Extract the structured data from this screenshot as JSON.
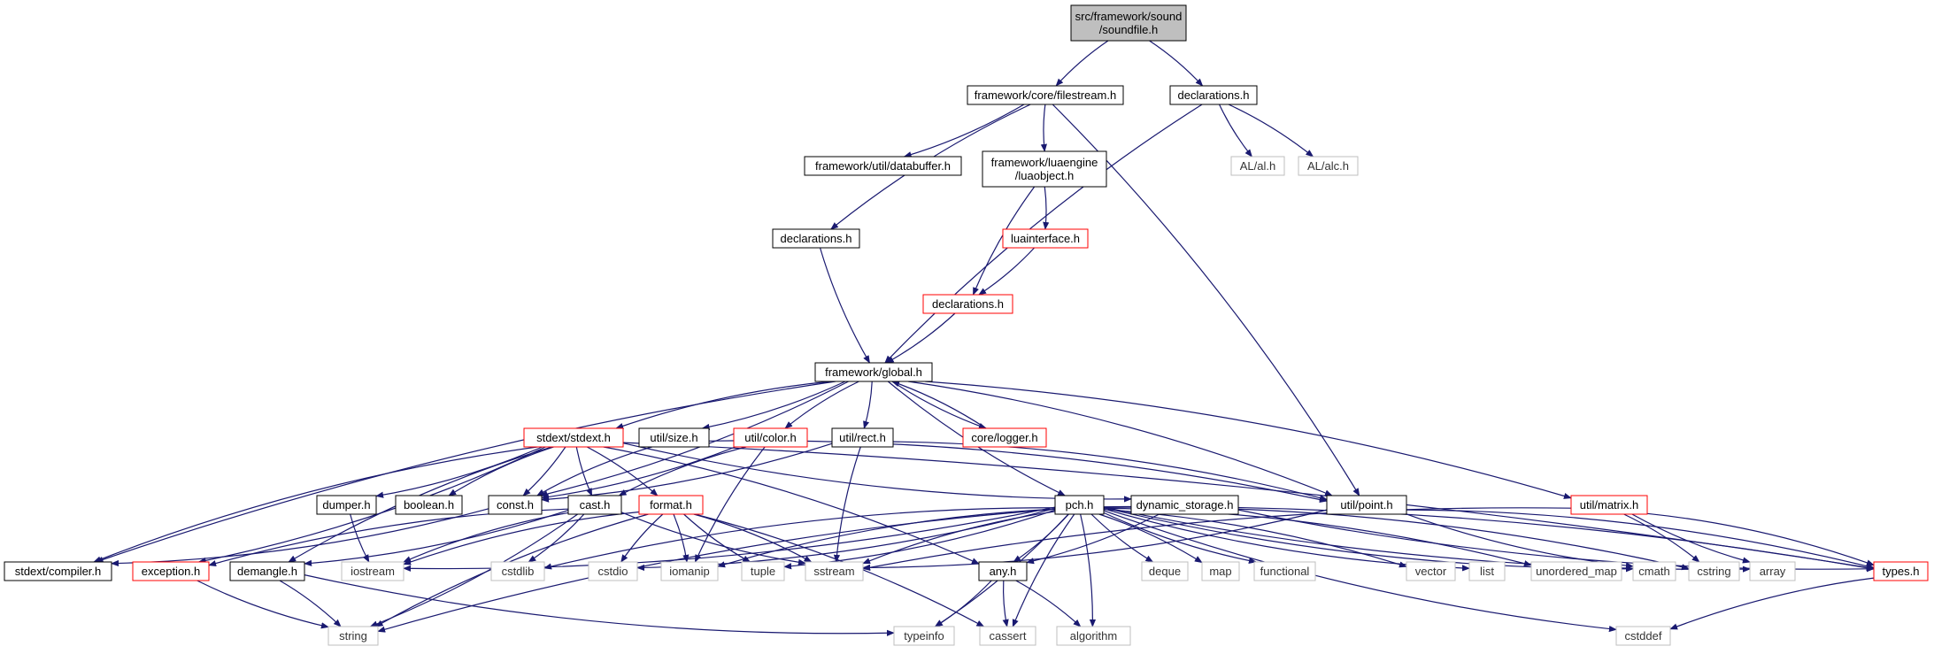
{
  "graph": {
    "title": "src/framework/sound/soundfile.h",
    "colors": {
      "edge": "#191970",
      "root_fill": "#bfbfbf",
      "root_border": "#000000",
      "normal_border": "#000000",
      "truncated_border": "#ff0000",
      "system_border": "#bfbfbf",
      "node_fill": "#ffffff"
    },
    "nodes": [
      {
        "id": "root",
        "lines": [
          "src/framework/sound",
          "/soundfile.h"
        ],
        "kind": "root"
      },
      {
        "id": "filestream",
        "lines": [
          "framework/core/filestream.h"
        ],
        "kind": "normal"
      },
      {
        "id": "decl_sound",
        "lines": [
          "declarations.h"
        ],
        "kind": "normal"
      },
      {
        "id": "databuffer",
        "lines": [
          "framework/util/databuffer.h"
        ],
        "kind": "normal"
      },
      {
        "id": "luaobject",
        "lines": [
          "framework/luaengine",
          "/luaobject.h"
        ],
        "kind": "normal"
      },
      {
        "id": "al_h",
        "lines": [
          "AL/al.h"
        ],
        "kind": "system"
      },
      {
        "id": "alc_h",
        "lines": [
          "AL/alc.h"
        ],
        "kind": "system"
      },
      {
        "id": "decl_core",
        "lines": [
          "declarations.h"
        ],
        "kind": "normal"
      },
      {
        "id": "luainterface",
        "lines": [
          "luainterface.h"
        ],
        "kind": "truncated"
      },
      {
        "id": "decl_lua",
        "lines": [
          "declarations.h"
        ],
        "kind": "truncated"
      },
      {
        "id": "global",
        "lines": [
          "framework/global.h"
        ],
        "kind": "normal"
      },
      {
        "id": "stdext",
        "lines": [
          "stdext/stdext.h"
        ],
        "kind": "truncated"
      },
      {
        "id": "size",
        "lines": [
          "util/size.h"
        ],
        "kind": "normal"
      },
      {
        "id": "color",
        "lines": [
          "util/color.h"
        ],
        "kind": "truncated"
      },
      {
        "id": "rect",
        "lines": [
          "util/rect.h"
        ],
        "kind": "normal"
      },
      {
        "id": "logger",
        "lines": [
          "core/logger.h"
        ],
        "kind": "truncated"
      },
      {
        "id": "dumper",
        "lines": [
          "dumper.h"
        ],
        "kind": "normal"
      },
      {
        "id": "boolean",
        "lines": [
          "boolean.h"
        ],
        "kind": "normal"
      },
      {
        "id": "const",
        "lines": [
          "const.h"
        ],
        "kind": "normal"
      },
      {
        "id": "cast",
        "lines": [
          "cast.h"
        ],
        "kind": "normal"
      },
      {
        "id": "format",
        "lines": [
          "format.h"
        ],
        "kind": "truncated"
      },
      {
        "id": "pch",
        "lines": [
          "pch.h"
        ],
        "kind": "normal"
      },
      {
        "id": "dynstore",
        "lines": [
          "dynamic_storage.h"
        ],
        "kind": "normal"
      },
      {
        "id": "point",
        "lines": [
          "util/point.h"
        ],
        "kind": "normal"
      },
      {
        "id": "matrix",
        "lines": [
          "util/matrix.h"
        ],
        "kind": "truncated"
      },
      {
        "id": "compiler",
        "lines": [
          "stdext/compiler.h"
        ],
        "kind": "normal"
      },
      {
        "id": "exception",
        "lines": [
          "exception.h"
        ],
        "kind": "truncated"
      },
      {
        "id": "demangle",
        "lines": [
          "demangle.h"
        ],
        "kind": "normal"
      },
      {
        "id": "iostream",
        "lines": [
          "iostream"
        ],
        "kind": "system"
      },
      {
        "id": "cstdlib",
        "lines": [
          "cstdlib"
        ],
        "kind": "system"
      },
      {
        "id": "cstdio",
        "lines": [
          "cstdio"
        ],
        "kind": "system"
      },
      {
        "id": "iomanip",
        "lines": [
          "iomanip"
        ],
        "kind": "system"
      },
      {
        "id": "tuple",
        "lines": [
          "tuple"
        ],
        "kind": "system"
      },
      {
        "id": "sstream",
        "lines": [
          "sstream"
        ],
        "kind": "system"
      },
      {
        "id": "any",
        "lines": [
          "any.h"
        ],
        "kind": "normal"
      },
      {
        "id": "deque",
        "lines": [
          "deque"
        ],
        "kind": "system"
      },
      {
        "id": "map",
        "lines": [
          "map"
        ],
        "kind": "system"
      },
      {
        "id": "functional",
        "lines": [
          "functional"
        ],
        "kind": "system"
      },
      {
        "id": "vector",
        "lines": [
          "vector"
        ],
        "kind": "system"
      },
      {
        "id": "list",
        "lines": [
          "list"
        ],
        "kind": "system"
      },
      {
        "id": "unordered_map",
        "lines": [
          "unordered_map"
        ],
        "kind": "system"
      },
      {
        "id": "cmath",
        "lines": [
          "cmath"
        ],
        "kind": "system"
      },
      {
        "id": "cstring",
        "lines": [
          "cstring"
        ],
        "kind": "system"
      },
      {
        "id": "array",
        "lines": [
          "array"
        ],
        "kind": "system"
      },
      {
        "id": "types",
        "lines": [
          "types.h"
        ],
        "kind": "truncated"
      },
      {
        "id": "string",
        "lines": [
          "string"
        ],
        "kind": "system"
      },
      {
        "id": "typeinfo",
        "lines": [
          "typeinfo"
        ],
        "kind": "system"
      },
      {
        "id": "cassert",
        "lines": [
          "cassert"
        ],
        "kind": "system"
      },
      {
        "id": "algorithm",
        "lines": [
          "algorithm"
        ],
        "kind": "system"
      },
      {
        "id": "cstddef",
        "lines": [
          "cstddef"
        ],
        "kind": "system"
      }
    ],
    "edges": [
      [
        "root",
        "filestream"
      ],
      [
        "root",
        "decl_sound"
      ],
      [
        "filestream",
        "decl_core"
      ],
      [
        "filestream",
        "databuffer"
      ],
      [
        "filestream",
        "luaobject"
      ],
      [
        "filestream",
        "point"
      ],
      [
        "decl_sound",
        "al_h"
      ],
      [
        "decl_sound",
        "alc_h"
      ],
      [
        "decl_sound",
        "global"
      ],
      [
        "luaobject",
        "luainterface"
      ],
      [
        "luaobject",
        "decl_lua"
      ],
      [
        "luainterface",
        "decl_lua"
      ],
      [
        "decl_core",
        "global"
      ],
      [
        "decl_lua",
        "global"
      ],
      [
        "global",
        "stdext"
      ],
      [
        "global",
        "size"
      ],
      [
        "global",
        "color"
      ],
      [
        "global",
        "rect"
      ],
      [
        "global",
        "logger"
      ],
      [
        "global",
        "const"
      ],
      [
        "global",
        "pch"
      ],
      [
        "global",
        "matrix"
      ],
      [
        "global",
        "compiler"
      ],
      [
        "global",
        "point"
      ],
      [
        "logger",
        "global"
      ],
      [
        "stdext",
        "dumper"
      ],
      [
        "stdext",
        "boolean"
      ],
      [
        "stdext",
        "const"
      ],
      [
        "stdext",
        "cast"
      ],
      [
        "stdext",
        "format"
      ],
      [
        "stdext",
        "compiler"
      ],
      [
        "stdext",
        "exception"
      ],
      [
        "stdext",
        "demangle"
      ],
      [
        "stdext",
        "any"
      ],
      [
        "stdext",
        "dynstore"
      ],
      [
        "stdext",
        "types"
      ],
      [
        "size",
        "const"
      ],
      [
        "size",
        "point"
      ],
      [
        "color",
        "cast"
      ],
      [
        "color",
        "const"
      ],
      [
        "color",
        "iomanip"
      ],
      [
        "rect",
        "const"
      ],
      [
        "rect",
        "sstream"
      ],
      [
        "rect",
        "point"
      ],
      [
        "dumper",
        "iostream"
      ],
      [
        "const",
        "compiler"
      ],
      [
        "cast",
        "exception"
      ],
      [
        "cast",
        "demangle"
      ],
      [
        "cast",
        "iostream"
      ],
      [
        "cast",
        "cstdlib"
      ],
      [
        "cast",
        "sstream"
      ],
      [
        "cast",
        "string"
      ],
      [
        "format",
        "cstdio"
      ],
      [
        "format",
        "iomanip"
      ],
      [
        "format",
        "tuple"
      ],
      [
        "format",
        "sstream"
      ],
      [
        "format",
        "string"
      ],
      [
        "format",
        "cassert"
      ],
      [
        "format",
        "iostream"
      ],
      [
        "pch",
        "iostream"
      ],
      [
        "pch",
        "cstdlib"
      ],
      [
        "pch",
        "cstdio"
      ],
      [
        "pch",
        "iomanip"
      ],
      [
        "pch",
        "tuple"
      ],
      [
        "pch",
        "sstream"
      ],
      [
        "pch",
        "any"
      ],
      [
        "pch",
        "deque"
      ],
      [
        "pch",
        "map"
      ],
      [
        "pch",
        "functional"
      ],
      [
        "pch",
        "vector"
      ],
      [
        "pch",
        "list"
      ],
      [
        "pch",
        "unordered_map"
      ],
      [
        "pch",
        "cmath"
      ],
      [
        "pch",
        "cstring"
      ],
      [
        "pch",
        "array"
      ],
      [
        "pch",
        "types"
      ],
      [
        "pch",
        "string"
      ],
      [
        "pch",
        "typeinfo"
      ],
      [
        "pch",
        "cassert"
      ],
      [
        "pch",
        "algorithm"
      ],
      [
        "pch",
        "cstddef"
      ],
      [
        "dynstore",
        "any"
      ],
      [
        "dynstore",
        "types"
      ],
      [
        "point",
        "sstream"
      ],
      [
        "point",
        "cmath"
      ],
      [
        "point",
        "types"
      ],
      [
        "matrix",
        "sstream"
      ],
      [
        "matrix",
        "cstring"
      ],
      [
        "matrix",
        "array"
      ],
      [
        "matrix",
        "types"
      ],
      [
        "exception",
        "string"
      ],
      [
        "demangle",
        "string"
      ],
      [
        "demangle",
        "typeinfo"
      ],
      [
        "any",
        "typeinfo"
      ],
      [
        "any",
        "cassert"
      ],
      [
        "any",
        "algorithm"
      ],
      [
        "types",
        "cstddef"
      ]
    ]
  }
}
